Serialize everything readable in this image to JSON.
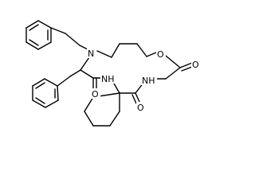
{
  "molecule": {
    "atoms": {
      "n_amine": "N",
      "o_ester_ring": "O",
      "o_ester_carbonyl": "O",
      "nh_gly": "NH",
      "nh_amide": "NH",
      "o_amide_left": "O",
      "o_amide_right": "O"
    }
  }
}
